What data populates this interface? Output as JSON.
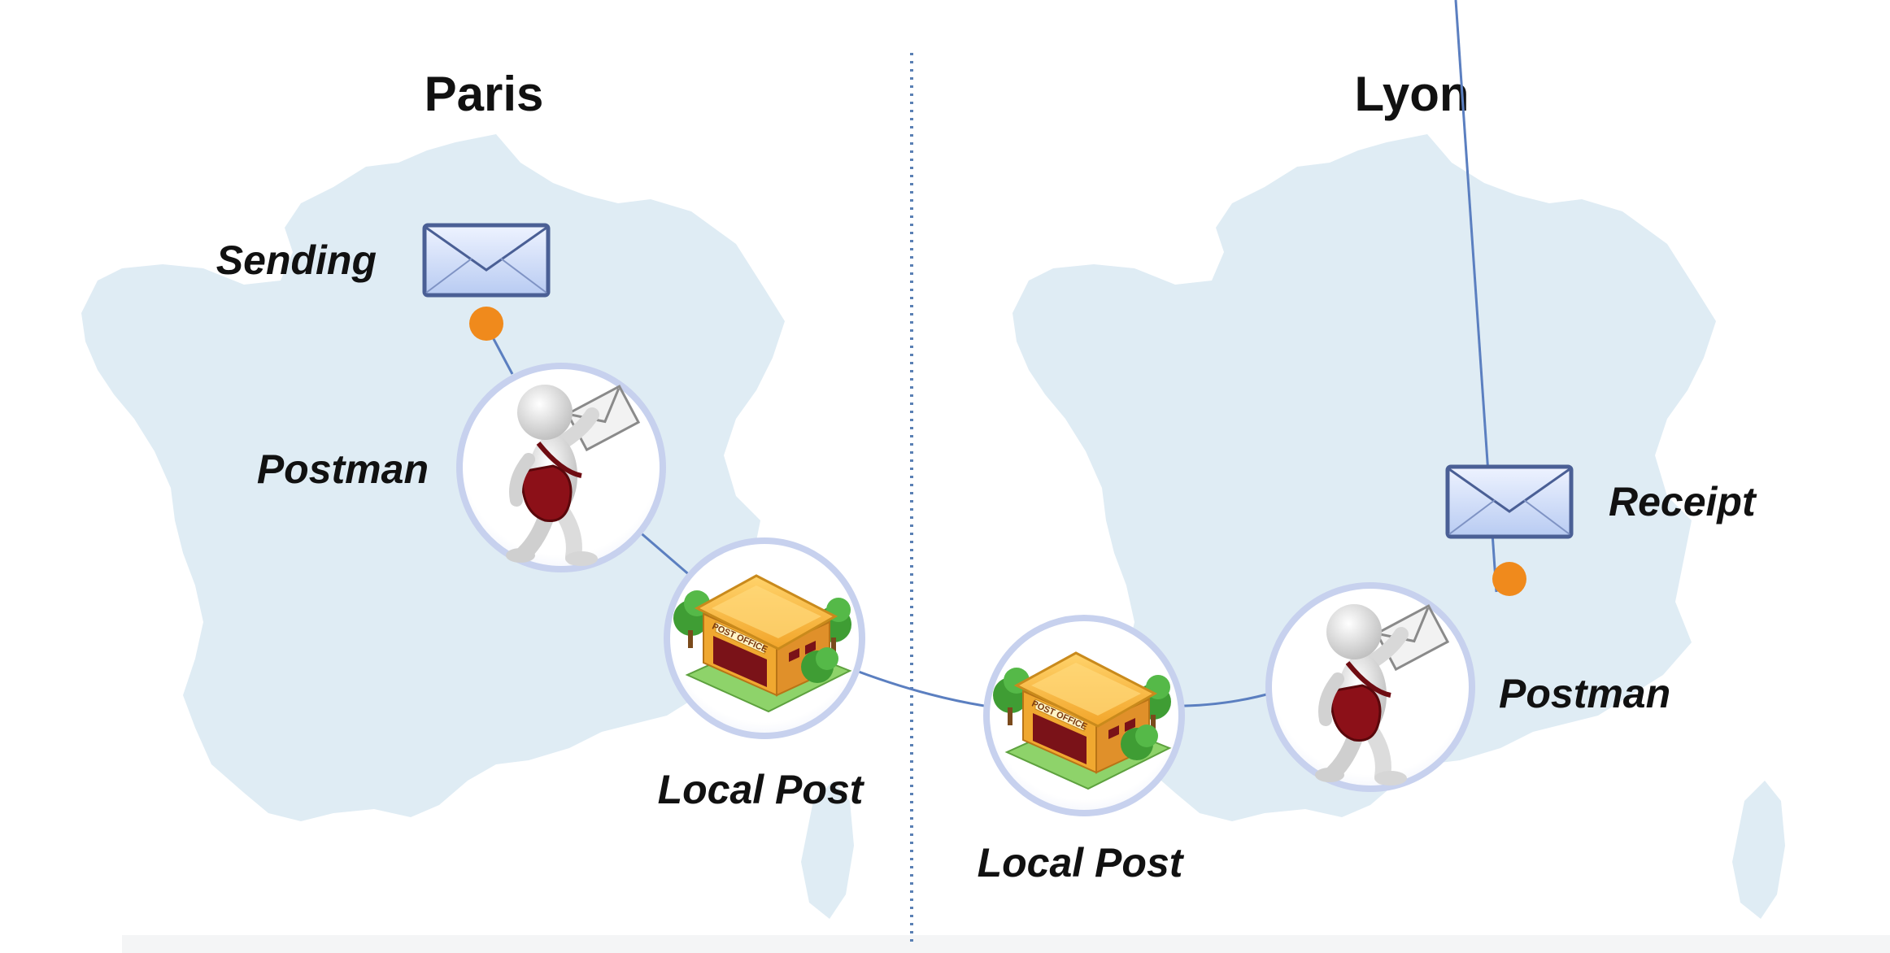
{
  "regions": {
    "left": {
      "title": "Paris"
    },
    "right": {
      "title": "Lyon"
    }
  },
  "labels": {
    "sending": "Sending",
    "postman_left": "Postman",
    "local_post_left": "Local Post",
    "local_post_right": "Local Post",
    "postman_right": "Postman",
    "receipt": "Receipt"
  },
  "post_office_sign": "POST OFFICE",
  "colors": {
    "map_fill": "#dfecf4",
    "divider": "#5a80b4",
    "connector": "#5b7fc0",
    "dot": "#f08a1c",
    "envelope": "#c8d7f6",
    "circle_ring": "#c7d1ee",
    "bag": "#8c1018",
    "building": "#f4b13a",
    "tree": "#4db53a"
  }
}
